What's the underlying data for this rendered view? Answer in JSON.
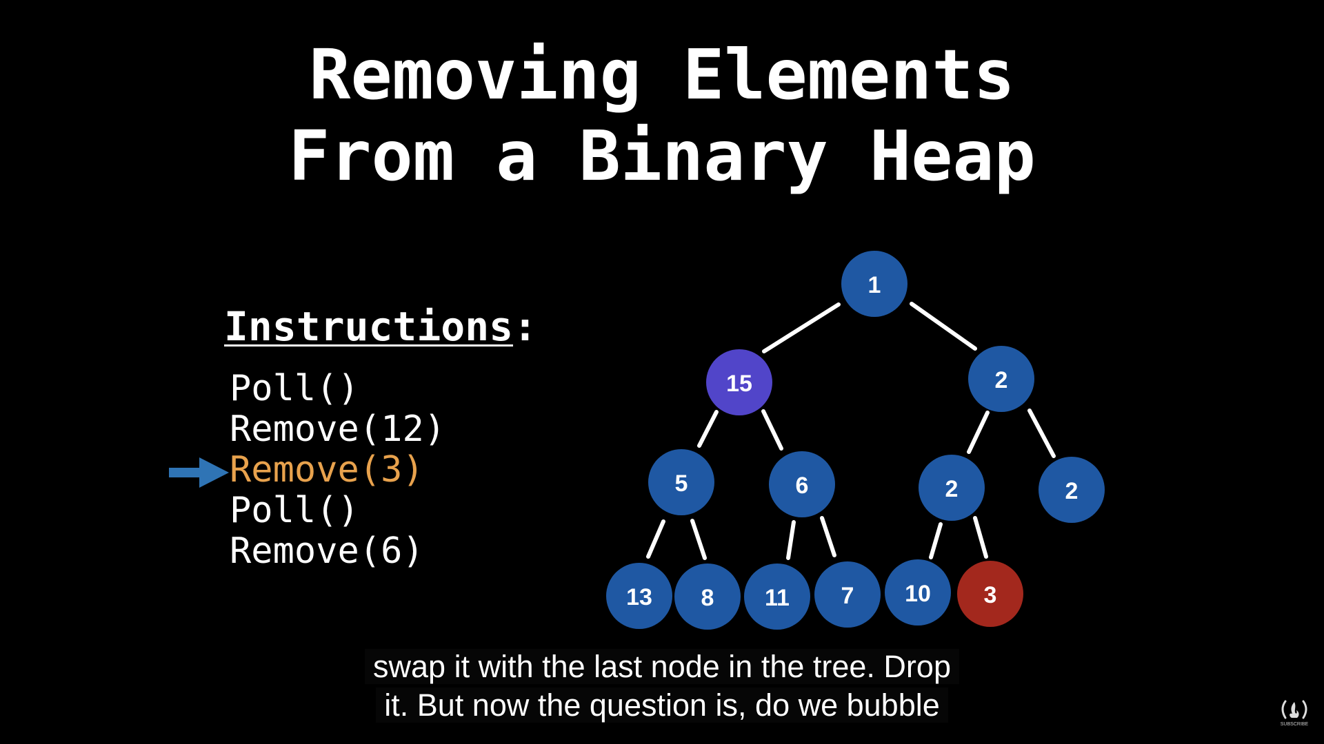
{
  "title": {
    "line1": "Removing Elements",
    "line2": "From a Binary Heap"
  },
  "instructions": {
    "heading": "Instructions",
    "heading_colon": ":",
    "items": [
      "Poll()",
      "Remove(12)",
      "Remove(3)",
      "Poll()",
      "Remove(6)"
    ],
    "active_index": 2,
    "active_color": "#e8a24d",
    "arrow_color": "#2f74b5"
  },
  "heap": {
    "nodes": [
      "1",
      "15",
      "2",
      "5",
      "6",
      "2",
      "2",
      "13",
      "8",
      "11",
      "7",
      "10",
      "3"
    ],
    "node_color": "#1f58a3",
    "highlight_color": "#5145c9",
    "removed_color": "#a3281d",
    "highlight_index": 1,
    "removed_index": 12
  },
  "subtitles": {
    "line1": "swap it with the last node in the tree. Drop",
    "line2": "it. But now the question is, do we bubble"
  },
  "channel": {
    "logo_icon": "freecodecamp-logo-icon",
    "subscribe_text": "SUBSCRIBE"
  }
}
